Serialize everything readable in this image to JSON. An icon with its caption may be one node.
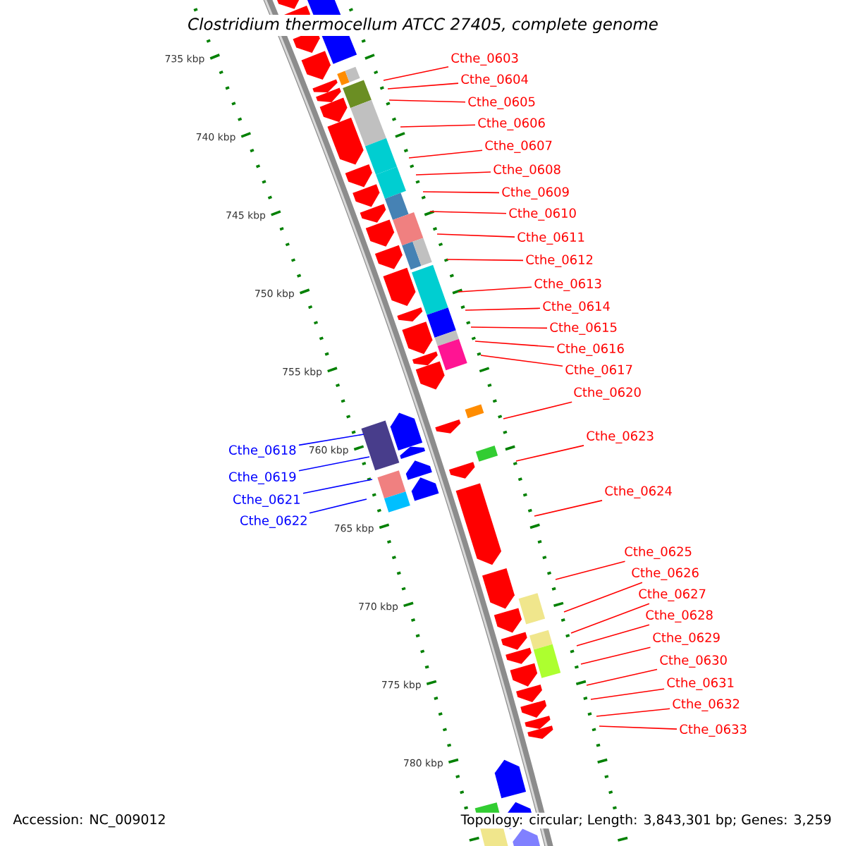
{
  "diagram": {
    "title": "*Clostridium thermocellum* ATCC 27405, complete genome",
    "nodes": [
      {
        "text": [
          "Cthe_0603"
        ]
      },
      {
        "text": [
          "Cthe_0604"
        ]
      },
      {
        "text": [
          "Cthe_0605"
        ]
      },
      {
        "text": [
          "Cthe_0606"
        ]
      },
      {
        "text": [
          "Cthe_0607"
        ]
      },
      {
        "text": [
          "Cthe_0608"
        ]
      },
      {
        "text": [
          "Cthe_0609"
        ]
      },
      {
        "text": [
          "Cthe_0610"
        ]
      },
      {
        "text": [
          "Cthe_0611"
        ]
      },
      {
        "text": [
          "Cthe_0612"
        ]
      },
      {
        "text": [
          "Cthe_0613"
        ]
      },
      {
        "text": [
          "Cthe_0614"
        ]
      },
      {
        "text": [
          "Cthe_0615"
        ]
      },
      {
        "text": [
          "Cthe_0616"
        ]
      },
      {
        "text": [
          "Cthe_0617"
        ]
      },
      {
        "text": [
          "Cthe_0620"
        ]
      },
      {
        "text": [
          "Cthe_0623"
        ]
      },
      {
        "text": [
          "Cthe_0624"
        ]
      },
      {
        "text": [
          "Cthe_0625"
        ]
      },
      {
        "text": [
          "Cthe_0626"
        ]
      },
      {
        "text": [
          "Cthe_0627"
        ]
      },
      {
        "text": [
          "Cthe_0628"
        ]
      },
      {
        "text": [
          "Cthe_0629"
        ]
      },
      {
        "text": [
          "Cthe_0630"
        ]
      },
      {
        "text": [
          "Cthe_0631"
        ]
      },
      {
        "text": [
          "Cthe_0632"
        ]
      },
      {
        "text": [
          "Cthe_0633"
        ]
      },
      {
        "text": [
          "Cthe_0618"
        ]
      },
      {
        "text": [
          "Cthe_0619"
        ]
      },
      {
        "text": [
          "Cthe_0621"
        ]
      },
      {
        "text": [
          "Cthe_0622"
        ]
      }
    ],
    "edges": [
      {
        "from": 0,
        "to": null,
        "arrow": "none"
      },
      {
        "from": 1,
        "to": null,
        "arrow": "none"
      },
      {
        "from": 2,
        "to": null,
        "arrow": "none"
      },
      {
        "from": 3,
        "to": null,
        "arrow": "none"
      },
      {
        "from": 4,
        "to": null,
        "arrow": "none"
      },
      {
        "from": 5,
        "to": null,
        "arrow": "none"
      },
      {
        "from": 6,
        "to": null,
        "arrow": "none"
      },
      {
        "from": 7,
        "to": null,
        "arrow": "none"
      },
      {
        "from": 8,
        "to": null,
        "arrow": "none"
      },
      {
        "from": 9,
        "to": null,
        "arrow": "none"
      },
      {
        "from": 10,
        "to": null,
        "arrow": "none"
      },
      {
        "from": 11,
        "to": null,
        "arrow": "none"
      },
      {
        "from": 12,
        "to": null,
        "arrow": "none"
      },
      {
        "from": 13,
        "to": null,
        "arrow": "none"
      },
      {
        "from": 14,
        "to": null,
        "arrow": "none"
      },
      {
        "from": 15,
        "to": null,
        "arrow": "none"
      },
      {
        "from": 16,
        "to": null,
        "arrow": "none"
      },
      {
        "from": 17,
        "to": null,
        "arrow": "none"
      },
      {
        "from": 18,
        "to": null,
        "arrow": "none"
      },
      {
        "from": 19,
        "to": null,
        "arrow": "none"
      },
      {
        "from": 20,
        "to": null,
        "arrow": "none"
      },
      {
        "from": 21,
        "to": null,
        "arrow": "none"
      },
      {
        "from": 22,
        "to": null,
        "arrow": "none"
      },
      {
        "from": 23,
        "to": null,
        "arrow": "none"
      },
      {
        "from": 24,
        "to": null,
        "arrow": "none"
      },
      {
        "from": 25,
        "to": null,
        "arrow": "none"
      },
      {
        "from": 26,
        "to": null,
        "arrow": "none"
      },
      {
        "from": 27,
        "to": null,
        "arrow": "none",
        "color": "#0000ff"
      },
      {
        "from": 28,
        "to": null,
        "arrow": "none",
        "color": "#0000ff"
      },
      {
        "from": 29,
        "to": null,
        "arrow": "none",
        "color": "#0000ff"
      },
      {
        "from": 30,
        "to": null,
        "arrow": "none",
        "color": "#0000ff"
      }
    ],
    "labels": [
      "735 kbp",
      "740 kbp",
      "745 kbp",
      "750 kbp",
      "755 kbp",
      "760 kbp",
      "765 kbp",
      "770 kbp",
      "775 kbp",
      "780 kbp",
      "Accession: NC_009012",
      "Topology: circular; Length: 3,843,301 bp; Genes: 3,259"
    ]
  }
}
